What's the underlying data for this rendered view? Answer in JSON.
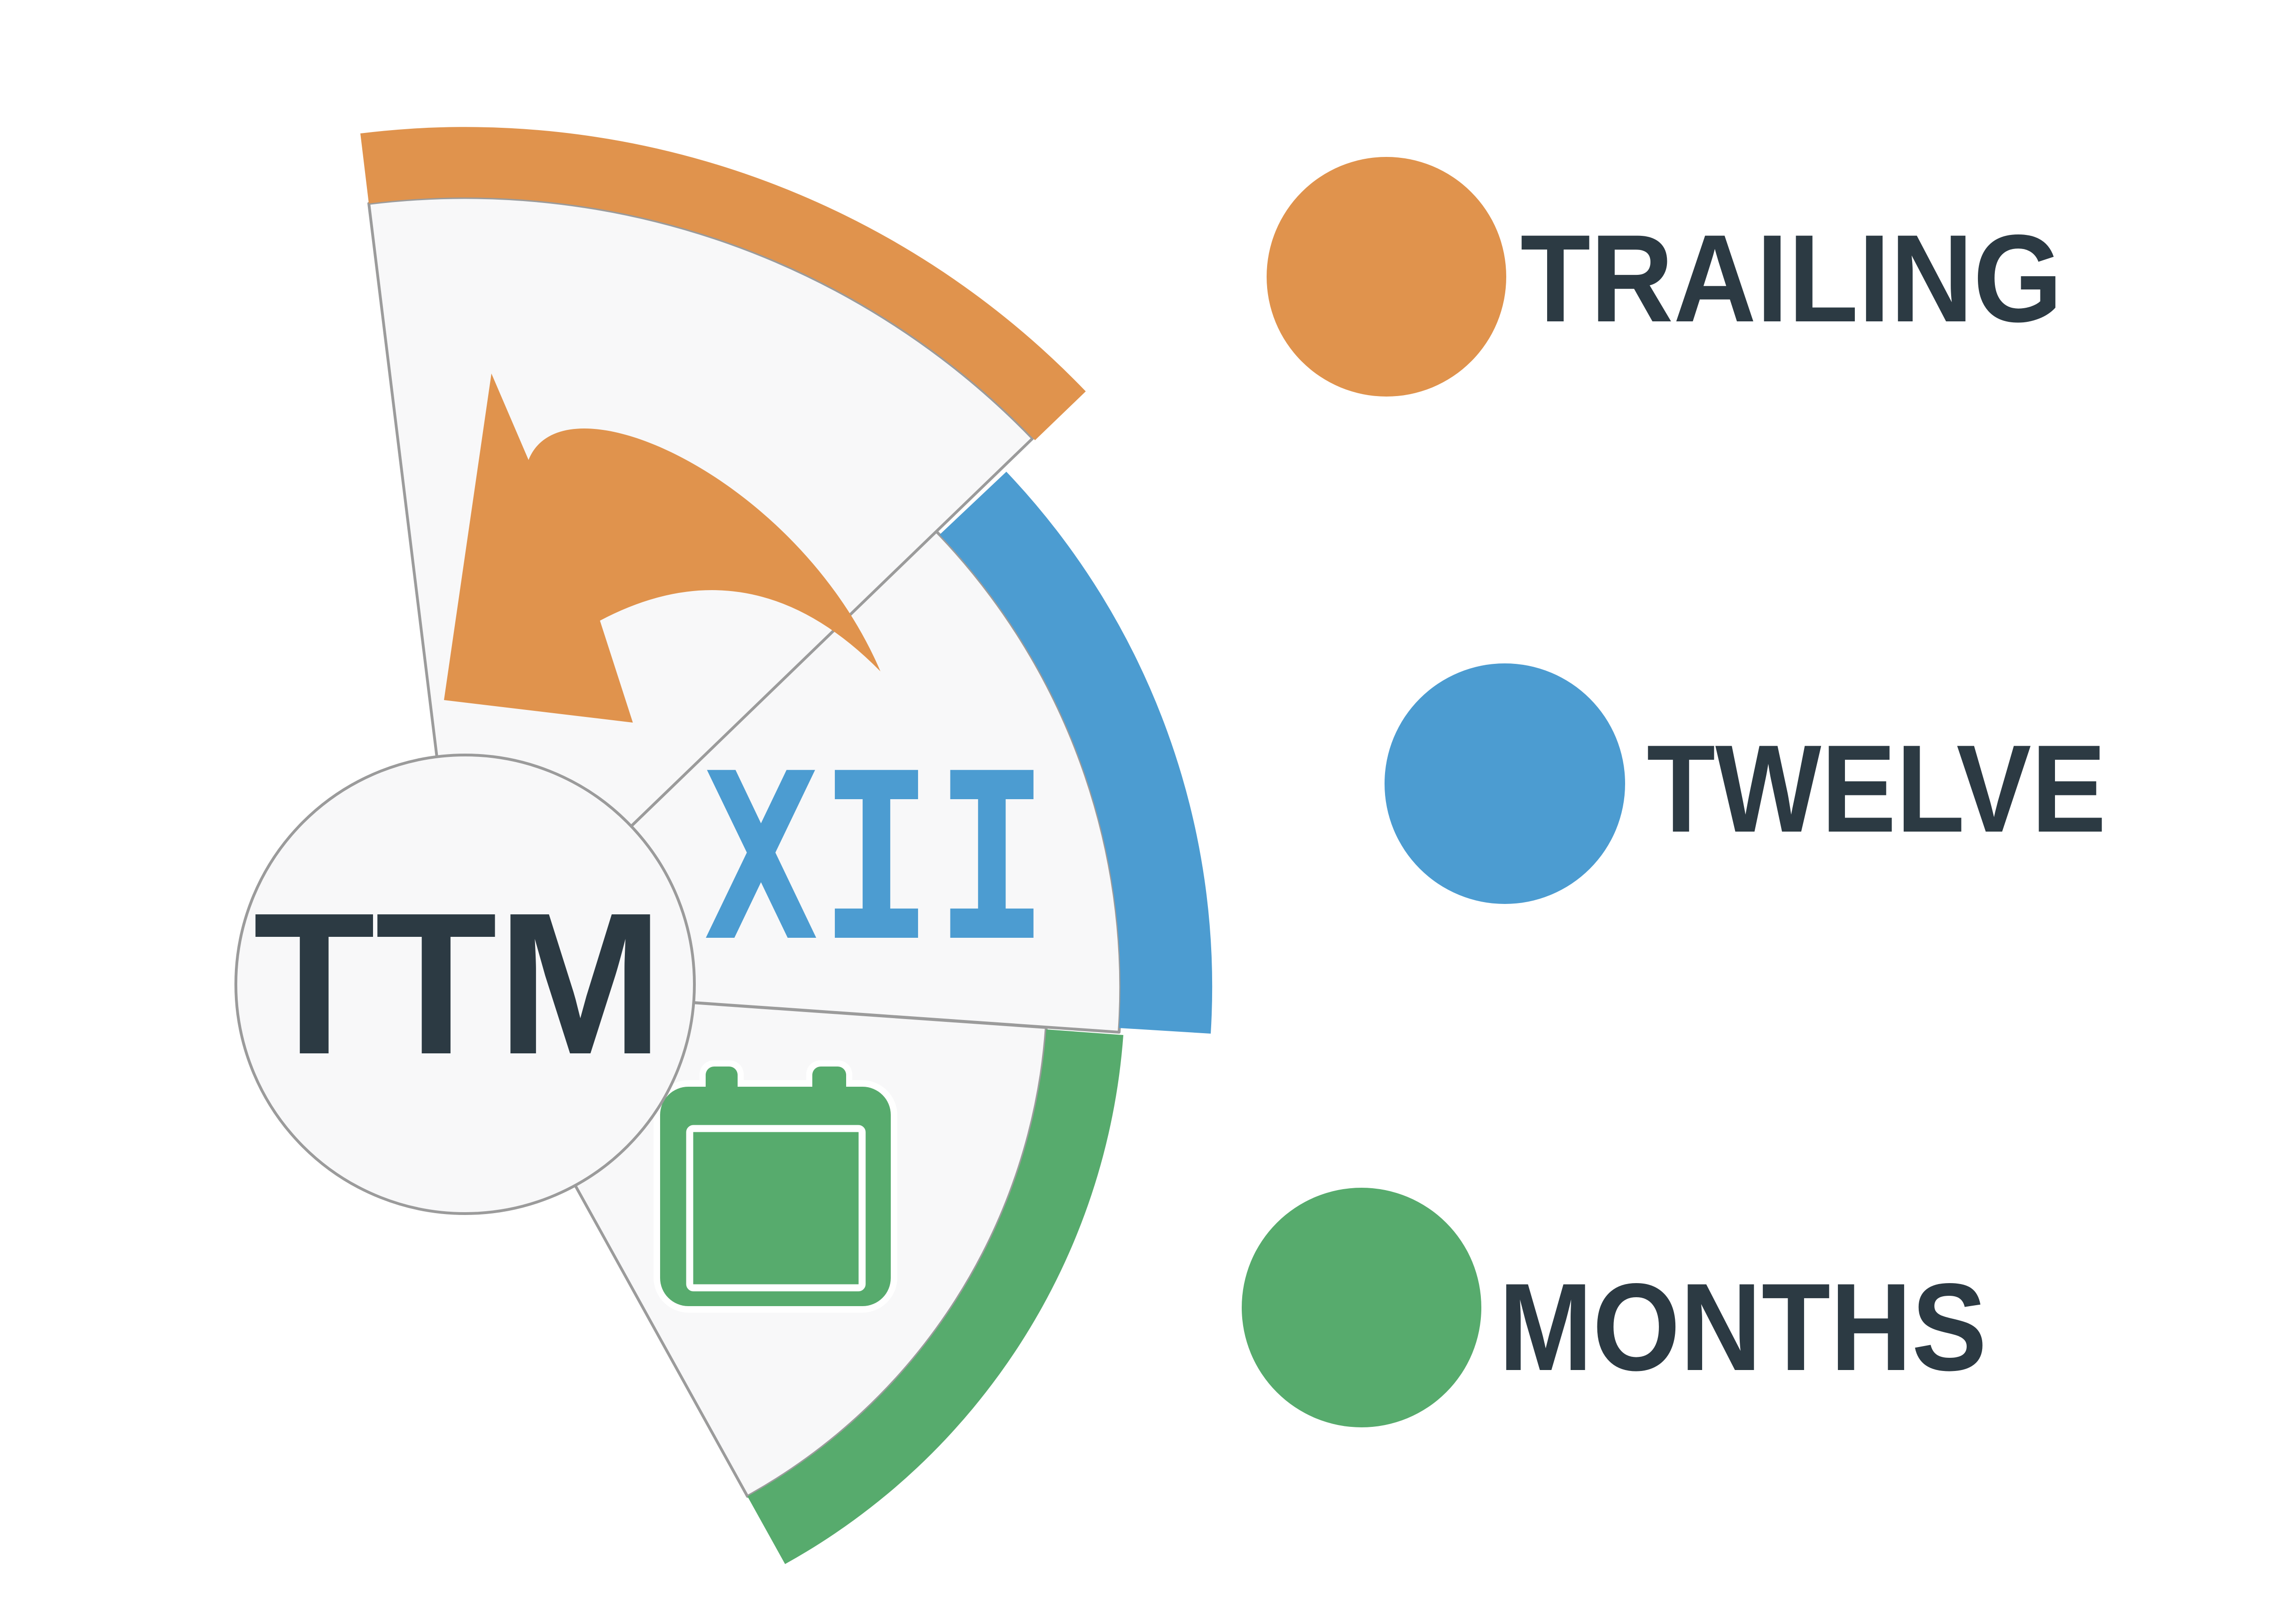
{
  "colors": {
    "orange": "#E0934D",
    "blue": "#4C9CD1",
    "green": "#57AB6D",
    "dark": "#2C3A43",
    "wedge_fill": "#F8F8F9",
    "wedge_stroke": "#9B9B9B",
    "background": "#FFFFFF"
  },
  "hub": {
    "label": "TTM",
    "text_color": "#2C3A43"
  },
  "segments": [
    {
      "name": "trailing",
      "legend_label": "TRAILING",
      "color": "#E0934D",
      "icon": "curved-back-arrow-icon"
    },
    {
      "name": "twelve",
      "legend_label": "TWELVE",
      "color": "#4C9CD1",
      "icon": "roman-numeral-icon",
      "numeral": "XII"
    },
    {
      "name": "months",
      "legend_label": "MONTHS",
      "color": "#57AB6D",
      "icon": "calendar-icon"
    }
  ]
}
